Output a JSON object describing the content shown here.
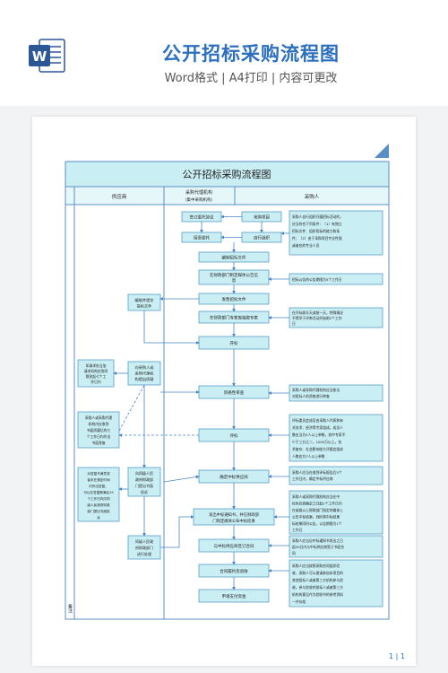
{
  "header": {
    "title": "公开招标采购流程图",
    "subtitle": "Word格式 | A4打印 | 内容可更改",
    "icon_letter": "W"
  },
  "page_number": "1 | 1",
  "flow": {
    "title": "公开招标采购流程图",
    "columns": {
      "supplier": "供应商",
      "agency_line1": "采购代理机构",
      "agency_line2": "（集中采购机构）",
      "purchaser": "采购人"
    },
    "side_label": "备注",
    "boxes": {
      "sign_agreement": "签订委托协议",
      "accept_entrust": "接受委托",
      "purchase_project": "采购项目",
      "self_organize": "自行组织",
      "compile_docs": "编制招标文件",
      "publish_notice_1": "在财政部门制定媒体公告信",
      "publish_notice_2": "息",
      "sell_docs": "发售招标文件",
      "draw_experts": "在财政部门专家库抽取专家",
      "open_bid": "开标",
      "prepare_bid_1": "编制并提交",
      "prepare_bid_2": "投标文件",
      "qual_review": "资格性审查",
      "evaluate": "评标",
      "confirm_winner": "确定中标供应商",
      "issue_notice_1": "发出中标通知书，并在财政部",
      "issue_notice_2": "门制定媒体公布中标结果",
      "sign_contract": "与中标供应商签订合同",
      "perform_accept": "合同履约及验收",
      "apply_payment": "申请支付资金"
    },
    "supplier_boxes": {
      "query_1": "向采购人或",
      "query_2": "采购代理机",
      "query_3": "构提出质疑",
      "reply_1": "如请求处当加",
      "reply_2": "请求机构应答同",
      "reply_3": "限答起七个工",
      "reply_4": "作日内",
      "complain_1": "向同级人民",
      "complain_2": "政府财政部",
      "complain_3": "门提出书面",
      "complain_4": "投诉",
      "dissatisfied_1": "采购人或采购代理",
      "dissatisfied_2": "机构内应收到",
      "dissatisfied_3": "书面质疑后的七",
      "dissatisfied_4": "个工作日内作出",
      "dissatisfied_5": "书面答复",
      "reply2_1": "对答复不满意或",
      "reply2_2": "者未在规定时间",
      "reply2_3": "内作出答复，",
      "reply2_4": "可以在答复期满后15",
      "reply2_5": "个工作日内向同",
      "reply2_6": "级人民政府财政",
      "reply2_7": "部门提出书面投",
      "reply2_8": "诉",
      "handle_1": "同级人民政",
      "handle_2": "府财政部门",
      "handle_3": "进行处理"
    },
    "notes": {
      "n1_1": "采购人自行组织开展招标活动的，",
      "n1_2": "应当符合下列条件：（1）有独立",
      "n1_3": "招标文件、组织招标的能力和条",
      "n1_4": "件；（2）由于采购项目专业性强",
      "n1_5": "或者应的专业人员",
      "n2": "招标公告的公告期限为5个工作日",
      "n3_1": "在开标前半天或前一天，特殊情况",
      "n3_2": "不得早于评审活动开始前2个工作",
      "n3_3": "日",
      "n4_1": "采购人或采购代理机构应当依法",
      "n4_2": "对投标人的资格进行审查",
      "n5_1": "评标委员会成员由采购人代表和有",
      "n5_2": "关技术、经济等专家组成，成员人",
      "n5_3": "数应当为5人以上单数，其中专家不",
      "n5_4": "少于三分之二，1000万以上，技",
      "n5_5": "术复杂、社会影响较大评委会组成",
      "n5_6": "人数应为7人以上单数",
      "n6_1": "采购人应当在收到评标报告后5个",
      "n6_2": "工作日内，确定中标供应商",
      "n7_1": "采购人或采购代理机构应当在中",
      "n7_2": "标供应商确定之日起2个工作日内",
      "n7_3": "在省级以上财政部门指定的媒体上",
      "n7_4": "公告中标结果，同时将中标结果",
      "n7_5": "标结果同时公告，公告期限为1个",
      "n7_6": "工作日",
      "n8_1": "采购人应当自中标通知书发出之日",
      "n8_2": "起30日内与中标供应商签订书面合",
      "n8_3": "同",
      "n9_1": "采购人应当按照采购合同组织验",
      "n9_2": "收，采购人可以邀请参加本项目的",
      "n9_3": "其他投标人或者第三方机构参与验",
      "n9_4": "收。参与验收的投标人或者第三方",
      "n9_5": "机构的意见作为验收书的参考资料",
      "n9_6": "一并存档"
    }
  },
  "colors": {
    "title_blue": "#2c6fbf",
    "box_fill": "#c9eef4",
    "box_border": "#5a9fc7",
    "frame": "#5b8fc4",
    "arrow": "#4a86c5"
  }
}
